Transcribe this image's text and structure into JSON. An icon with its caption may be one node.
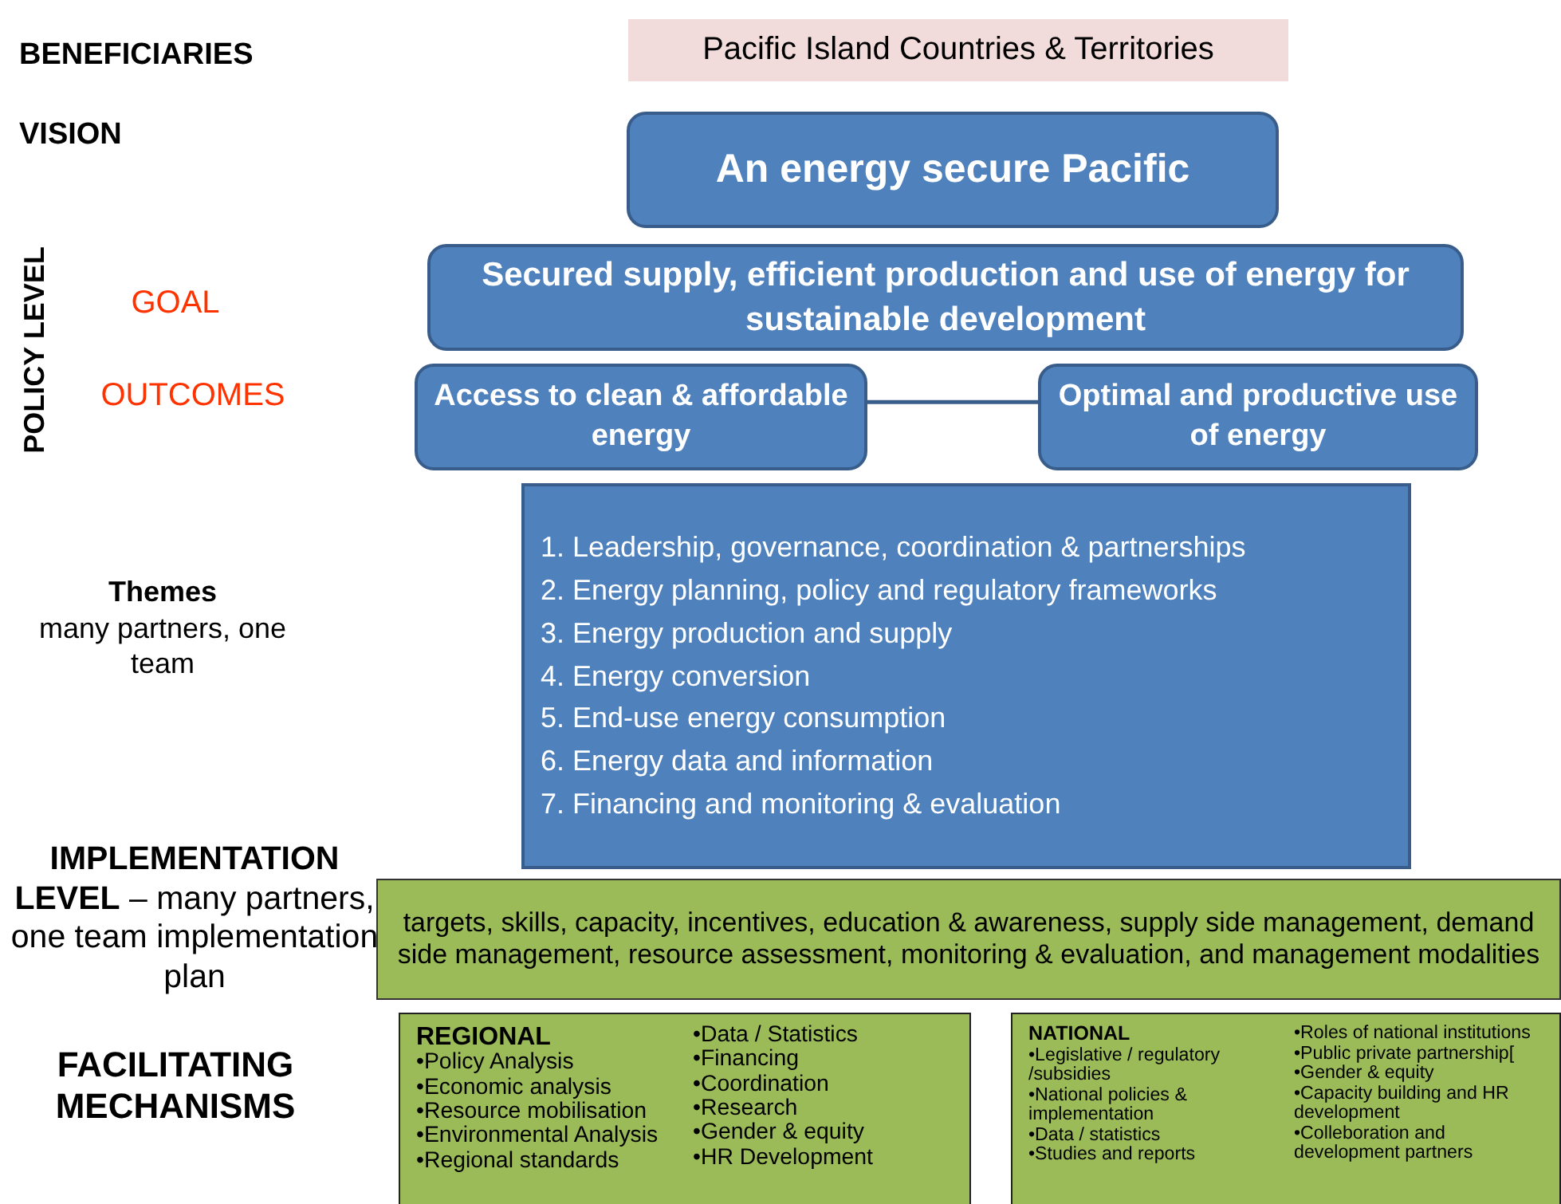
{
  "diagram": {
    "nodes": [
      {
        "text": [
          "Pacific Island Countries & Territories"
        ]
      },
      {
        "text": [
          "An energy secure Pacific"
        ]
      },
      {
        "text": [
          "Secured supply, efficient production and use of energy for sustainable development"
        ]
      },
      {
        "text": [
          "Access to clean & affordable energy"
        ]
      },
      {
        "text": [
          "Optimal and productive use of energy"
        ]
      },
      {
        "text": [
          "1. Leadership, governance, coordination & partnerships",
          "2. Energy planning, policy and regulatory frameworks",
          "3. Energy production and supply",
          "4. Energy conversion",
          "5. End-use energy consumption",
          "6. Energy data and information",
          "7. Financing and monitoring & evaluation"
        ]
      },
      {
        "text": [
          "targets, skills, capacity, incentives, education & awareness, supply side management, demand side management, resource assessment,  monitoring & evaluation, and management modalities"
        ]
      },
      {
        "text": [
          "REGIONAL",
          "•Policy Analysis",
          "•Economic analysis",
          "•Resource mobilisation",
          "•Environmental Analysis",
          "•Regional standards",
          "•Data / Statistics",
          "•Financing",
          "•Coordination",
          "•Research",
          "•Gender & equity",
          "•HR Development"
        ]
      },
      {
        "text": [
          "NATIONAL",
          "•Legislative / regulatory /subsidies",
          "•National policies & implementation",
          "•Data / statistics",
          "•Studies and reports",
          "•Roles of national institutions",
          "•Public private partnership[",
          "•Gender & equity",
          "•Capacity building and HR development",
          "•Colleboration and development partners"
        ]
      }
    ],
    "edges": [
      {
        "from": 3,
        "to": 4,
        "arrow": "none"
      }
    ],
    "labels": [
      "BENEFICIARIES",
      "VISION",
      "POLICY LEVEL",
      "GOAL",
      "OUTCOMES",
      "Themes",
      "many partners, one team",
      "**IMPLEMENTATION LEVEL** – many partners, one team implementation plan",
      "FACILITATING MECHANISMS"
    ]
  }
}
